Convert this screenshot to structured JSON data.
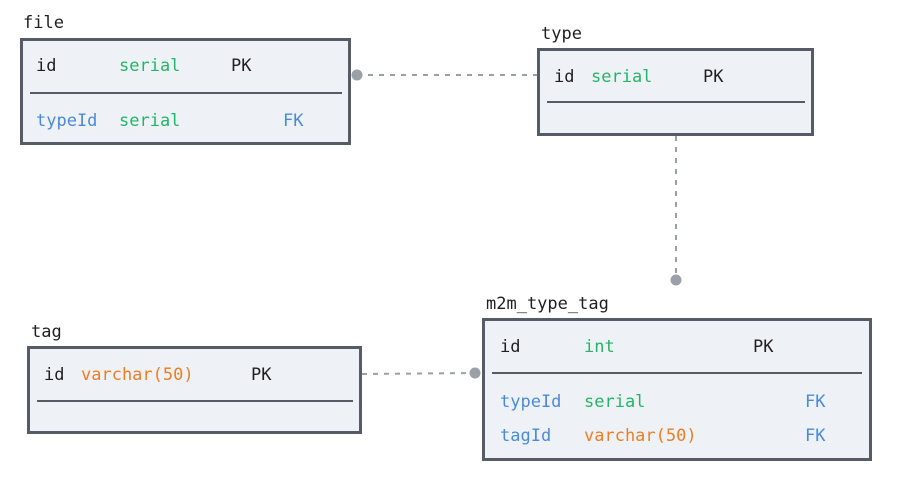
{
  "colors": {
    "key_column": "#1f1f1f",
    "foreign_key_column": "#4a8adb",
    "type_serial_int": "#25b566",
    "type_varchar": "#f07d24",
    "table_fill": "#eef2f6",
    "table_border": "#565c66",
    "connector": "#9aa0a8"
  },
  "tables": {
    "file": {
      "name": "file",
      "rows": [
        {
          "column": "id",
          "type": "serial",
          "key": "PK"
        },
        {
          "column": "typeId",
          "type": "serial",
          "key": "FK"
        }
      ]
    },
    "type": {
      "name": "type",
      "rows": [
        {
          "column": "id",
          "type": "serial",
          "key": "PK"
        }
      ]
    },
    "tag": {
      "name": "tag",
      "rows": [
        {
          "column": "id",
          "type": "varchar(50)",
          "key": "PK"
        }
      ]
    },
    "m2m_type_tag": {
      "name": "m2m_type_tag",
      "rows": [
        {
          "column": "id",
          "type": "int",
          "key": "PK"
        },
        {
          "column": "typeId",
          "type": "serial",
          "key": "FK"
        },
        {
          "column": "tagId",
          "type": "varchar(50)",
          "key": "FK"
        }
      ]
    }
  },
  "relations": [
    {
      "from": "file",
      "to": "type"
    },
    {
      "from": "type",
      "to": "m2m_type_tag"
    },
    {
      "from": "tag",
      "to": "m2m_type_tag"
    }
  ]
}
